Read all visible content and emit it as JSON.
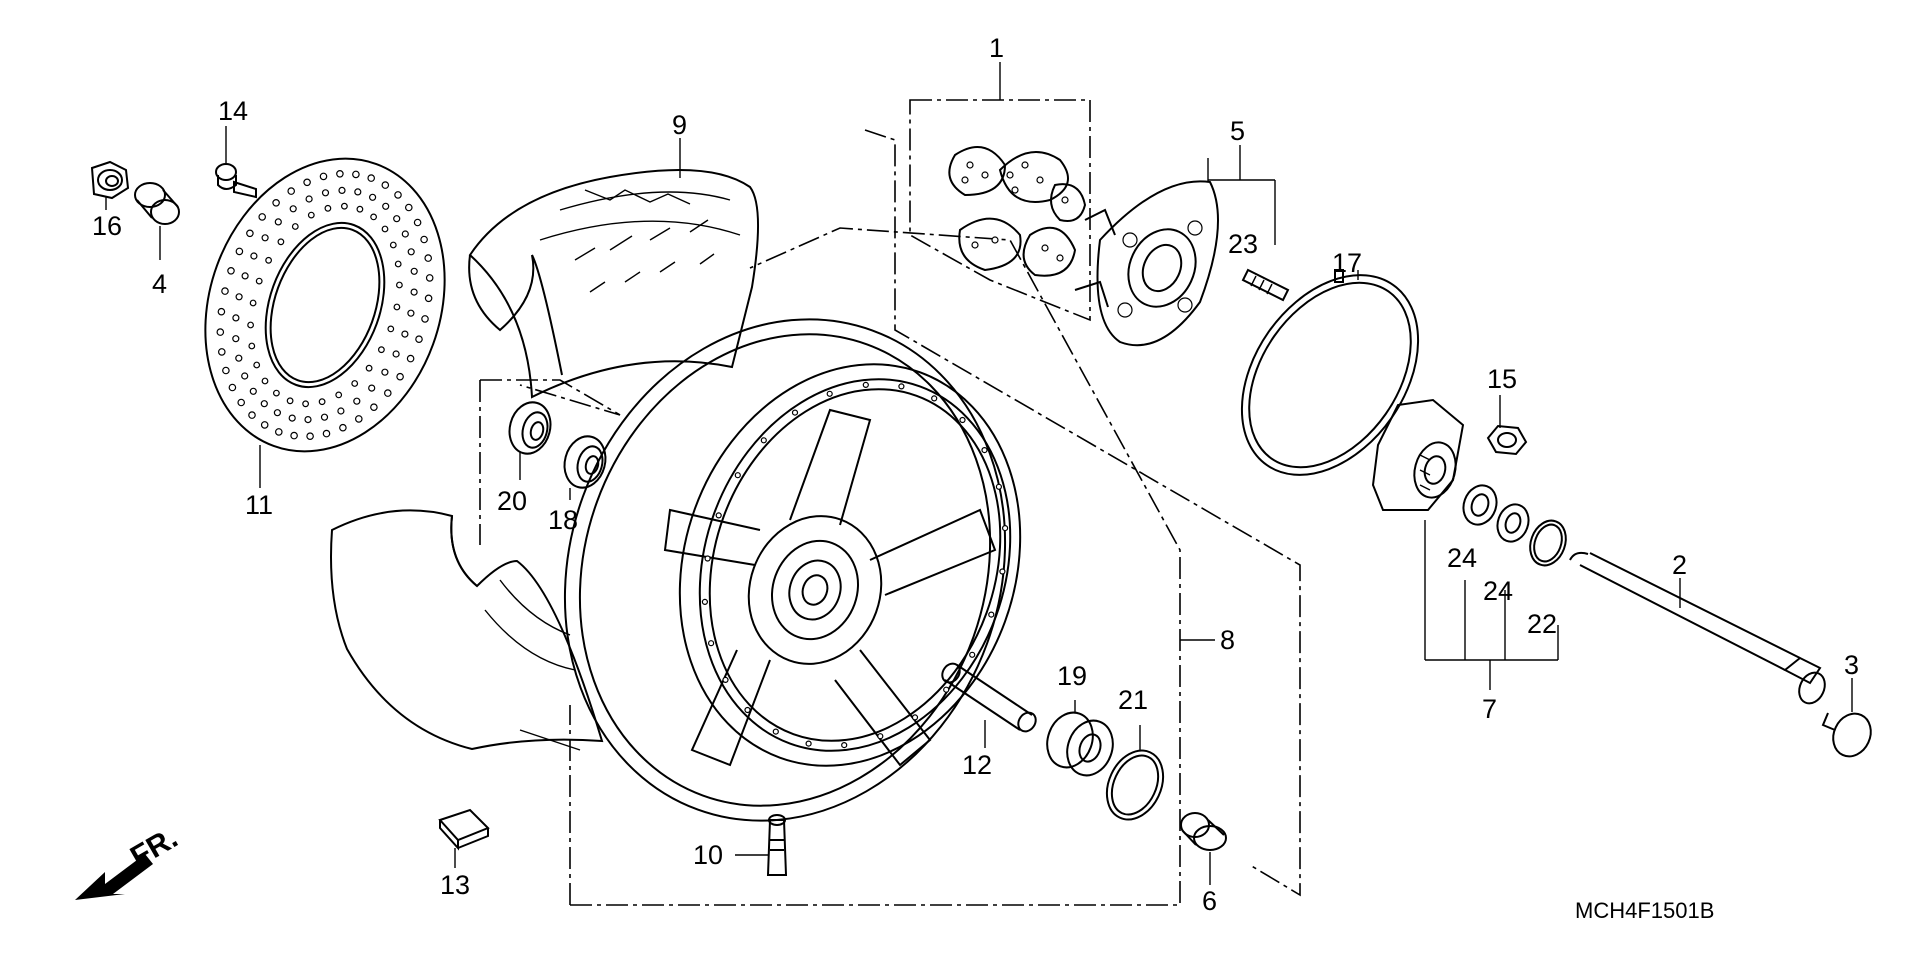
{
  "diagram": {
    "code": "MCH4F1501B",
    "direction": "FR.",
    "callouts": [
      {
        "id": "c1",
        "text": "1"
      },
      {
        "id": "c2",
        "text": "2"
      },
      {
        "id": "c3",
        "text": "3"
      },
      {
        "id": "c4",
        "text": "4"
      },
      {
        "id": "c5",
        "text": "5"
      },
      {
        "id": "c6",
        "text": "6"
      },
      {
        "id": "c7",
        "text": "7"
      },
      {
        "id": "c8",
        "text": "8"
      },
      {
        "id": "c9",
        "text": "9"
      },
      {
        "id": "c10",
        "text": "10"
      },
      {
        "id": "c11",
        "text": "11"
      },
      {
        "id": "c12",
        "text": "12"
      },
      {
        "id": "c13",
        "text": "13"
      },
      {
        "id": "c14",
        "text": "14"
      },
      {
        "id": "c15",
        "text": "15"
      },
      {
        "id": "c16",
        "text": "16"
      },
      {
        "id": "c17",
        "text": "17"
      },
      {
        "id": "c18",
        "text": "18"
      },
      {
        "id": "c19",
        "text": "19"
      },
      {
        "id": "c20",
        "text": "20"
      },
      {
        "id": "c21",
        "text": "21"
      },
      {
        "id": "c22",
        "text": "22"
      },
      {
        "id": "c23",
        "text": "23"
      },
      {
        "id": "c24a",
        "text": "24"
      },
      {
        "id": "c24b",
        "text": "24"
      }
    ]
  }
}
